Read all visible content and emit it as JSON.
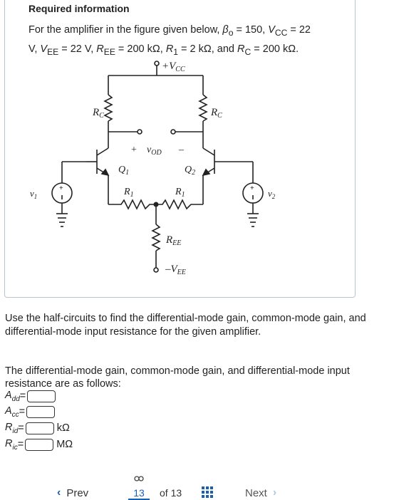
{
  "header": {
    "title": "Required information"
  },
  "problem": {
    "text_1": "For the amplifier in the figure given below, ",
    "beta_label": "β",
    "beta_sub": "o",
    "beta_val": " = 150, ",
    "vcc_label": "V",
    "vcc_sub": "CC",
    "vcc_val": " = 22",
    "line2_start": "V, ",
    "vee_label": "V",
    "vee_sub": "EE",
    "vee_val": " = 22 V, ",
    "ree_label": "R",
    "ree_sub": "EE",
    "ree_val": " = 200 kΩ, ",
    "r1_label": "R",
    "r1_sub": "1",
    "r1_val": " = 2 kΩ, and ",
    "rc_label": "R",
    "rc_sub": "C",
    "rc_val": " = 200 kΩ."
  },
  "figure": {
    "vcc": "+V",
    "vcc_sub": "CC",
    "rc_left": "R",
    "rc_left_sub": "C",
    "rc_right": "R",
    "rc_right_sub": "C",
    "vod_plus": "+",
    "vod": "v",
    "vod_sub": "OD",
    "vod_minus": "–",
    "q1": "Q",
    "q1_sub": "1",
    "q2": "Q",
    "q2_sub": "2",
    "r1_left": "R",
    "r1_left_sub": "1",
    "r1_right": "R",
    "r1_right_sub": "1",
    "v1": "v",
    "v1_sub": "1",
    "v2": "v",
    "v2_sub": "2",
    "ree": "R",
    "ree_sub": "EE",
    "vee": "–V",
    "vee_sub": "EE",
    "plus": "+"
  },
  "instructions": {
    "para1": "Use the half-circuits to find the differential-mode gain, common-mode gain, and differential-mode input resistance for the given amplifier.",
    "para2": "The differential-mode gain, common-mode gain, and differential-mode input resistance are as follows:"
  },
  "answers": [
    {
      "label": "A",
      "sub": "dd",
      "eq": "=",
      "unit": ""
    },
    {
      "label": "A",
      "sub": "cc",
      "eq": "=",
      "unit": ""
    },
    {
      "label": "R",
      "sub": "id",
      "eq": "=",
      "unit": "kΩ"
    },
    {
      "label": "R",
      "sub": "ic",
      "eq": "=",
      "unit": "MΩ"
    }
  ],
  "footer": {
    "prev_label": "Prev",
    "page_current": "13",
    "page_of": "of 13",
    "next_label": "Next"
  },
  "colors": {
    "accent": "#1a5fb4",
    "border": "#b9c3cc",
    "disabled": "#b5c9dd"
  },
  "icons": [
    "chevron-left-icon",
    "link-icon",
    "grid-icon",
    "chevron-right-icon"
  ]
}
